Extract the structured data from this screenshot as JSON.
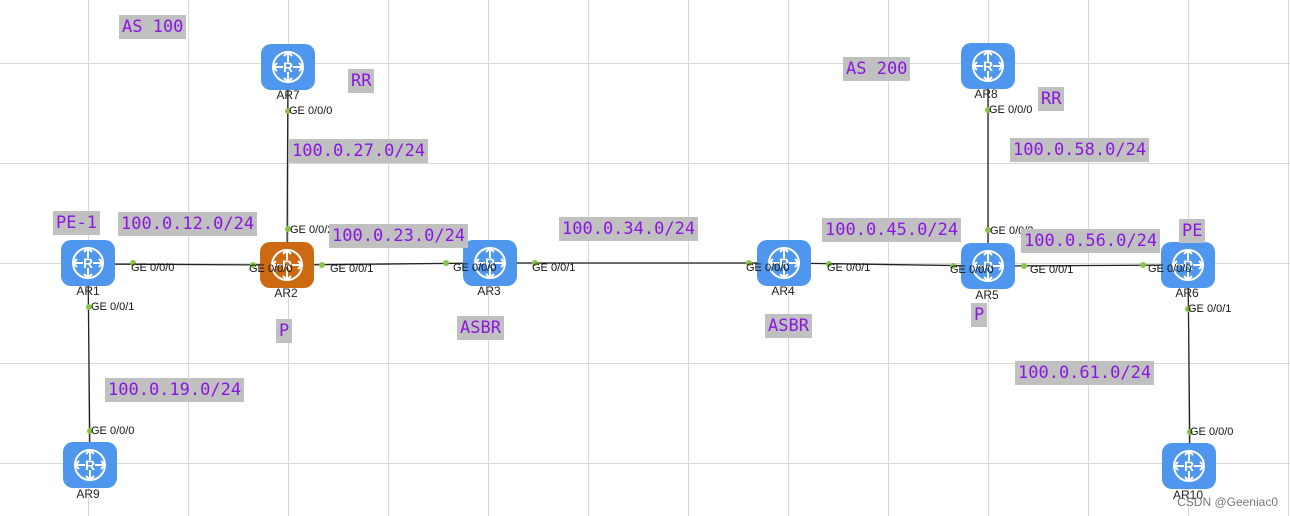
{
  "colors": {
    "router": "#4f97ee",
    "router_highlight": "#cc6a11",
    "port_dot": "#8bc34a",
    "label_bg": "#c0c0c0",
    "label_text": "#8a16e0"
  },
  "icons": {
    "router": "router-icon"
  },
  "devices": {
    "ar1": "AR1",
    "ar2": "AR2",
    "ar3": "AR3",
    "ar4": "AR4",
    "ar5": "AR5",
    "ar6": "AR6",
    "ar7": "AR7",
    "ar8": "AR8",
    "ar9": "AR9",
    "ar10": "AR10"
  },
  "ports": {
    "ar1_ge000": "GE 0/0/0",
    "ar1_ge001": "GE 0/0/1",
    "ar2_ge000": "GE 0/0/0",
    "ar2_ge001": "GE 0/0/1",
    "ar2_ge002": "GE 0/0/2",
    "ar3_ge000": "GE 0/0/0",
    "ar3_ge001": "GE 0/0/1",
    "ar4_ge000": "GE 0/0/0",
    "ar4_ge001": "GE 0/0/1",
    "ar5_ge000": "GE 0/0/0",
    "ar5_ge001": "GE 0/0/1",
    "ar5_ge002": "GE 0/0/2",
    "ar6_ge000": "GE 0/0/0",
    "ar6_ge001": "GE 0/0/1",
    "ar7_ge000": "GE 0/0/0",
    "ar8_ge000": "GE 0/0/0",
    "ar9_ge000": "GE 0/0/0",
    "ar10_ge000": "GE 0/0/0"
  },
  "labels": {
    "as100": "AS 100",
    "as200": "AS 200",
    "rr_left": "RR",
    "rr_right": "RR",
    "pe1": "PE-1",
    "pe": "PE",
    "p_left": "P",
    "p_right": "P",
    "asbr_left": "ASBR",
    "asbr_right": "ASBR"
  },
  "subnets": {
    "n12": "100.0.12.0/24",
    "n23": "100.0.23.0/24",
    "n27": "100.0.27.0/24",
    "n34": "100.0.34.0/24",
    "n45": "100.0.45.0/24",
    "n56": "100.0.56.0/24",
    "n58": "100.0.58.0/24",
    "n19": "100.0.19.0/24",
    "n61": "100.0.61.0/24"
  },
  "watermark": "CSDN @Geeniac0"
}
